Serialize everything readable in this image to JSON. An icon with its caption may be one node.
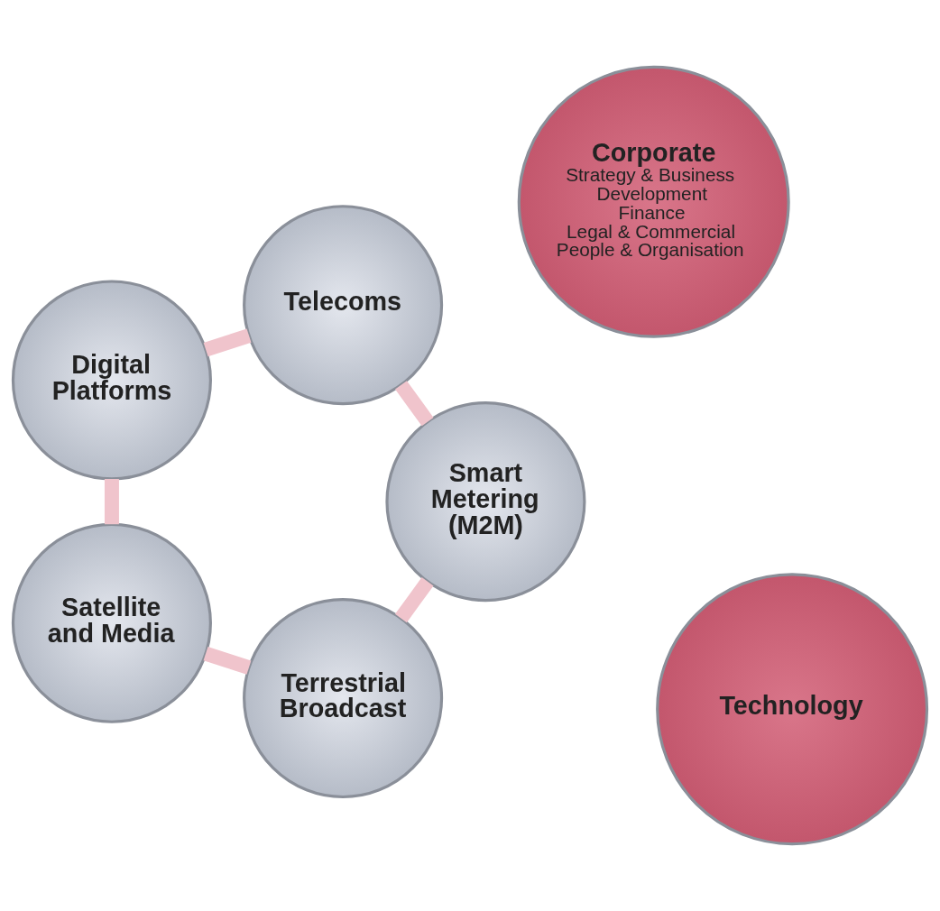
{
  "diagram": {
    "nodes": [
      {
        "text": [
          "Terrestrial Broadcast"
        ]
      },
      {
        "text": [
          "Satellite and Media"
        ]
      },
      {
        "text": [
          "Digital Platforms"
        ]
      },
      {
        "text": [
          "Telecoms"
        ]
      },
      {
        "text": [
          "Smart Metering (M2M)"
        ]
      },
      {
        "text": [
          "Corporate",
          "Strategy & Business Development",
          "Finance",
          "Legal & Commercial",
          "People & Organisation"
        ]
      },
      {
        "text": [
          "Technology"
        ]
      }
    ],
    "edges": [
      {
        "from": 0,
        "to": 1,
        "arrow": "none"
      },
      {
        "from": 1,
        "to": 2,
        "arrow": "none"
      },
      {
        "from": 2,
        "to": 3,
        "arrow": "none"
      },
      {
        "from": 3,
        "to": 4,
        "arrow": "none"
      },
      {
        "from": 4,
        "to": 0,
        "arrow": "none"
      }
    ]
  }
}
